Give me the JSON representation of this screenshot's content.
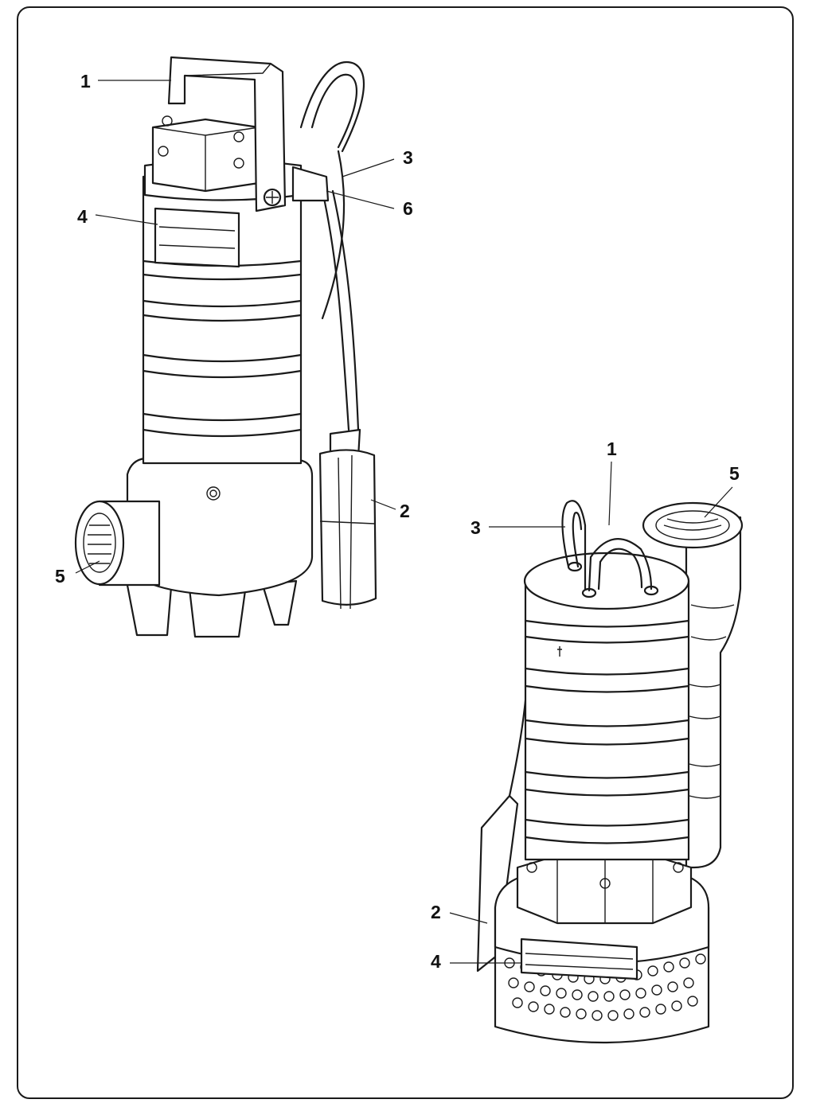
{
  "figure": {
    "pump_left": {
      "callouts": {
        "handle": "1",
        "float_switch": "2",
        "cable": "3",
        "nameplate": "4",
        "outlet": "5",
        "cable_clamp": "6"
      }
    },
    "pump_right": {
      "callouts": {
        "handle": "1",
        "float_switch": "2",
        "cable": "3",
        "nameplate": "4",
        "outlet": "5"
      }
    }
  }
}
